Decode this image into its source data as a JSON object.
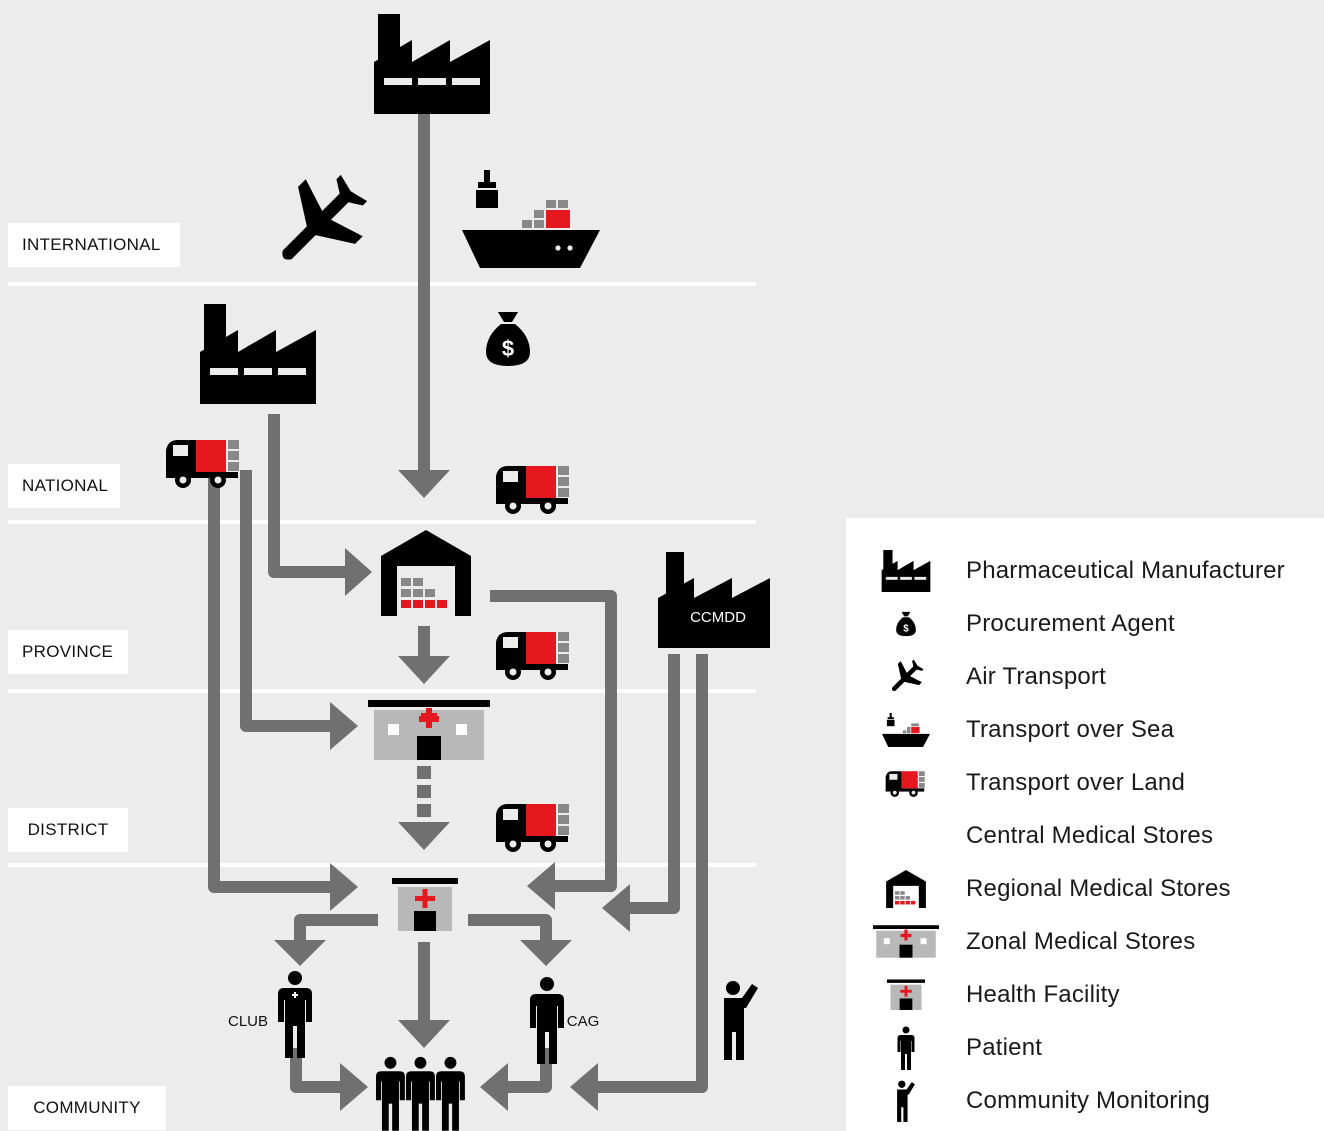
{
  "levels": {
    "international": "INTERNATIONAL",
    "national": "NATIONAL",
    "province": "PROVINCE",
    "district": "DISTRICT",
    "community": "COMMUNITY"
  },
  "labels": {
    "ccmdd": "CCMDD",
    "club": "CLUB",
    "cag": "CAG"
  },
  "legend": [
    {
      "icon": "factory-icon",
      "label": "Pharmaceutical Manufacturer"
    },
    {
      "icon": "money-bag-icon",
      "label": "Procurement Agent"
    },
    {
      "icon": "airplane-icon",
      "label": "Air Transport"
    },
    {
      "icon": "ship-icon",
      "label": "Transport over Sea"
    },
    {
      "icon": "truck-icon",
      "label": "Transport over Land"
    },
    {
      "icon": "",
      "label": "Central Medical Stores"
    },
    {
      "icon": "warehouse-icon",
      "label": "Regional Medical Stores"
    },
    {
      "icon": "zonal-store-icon",
      "label": "Zonal Medical Stores"
    },
    {
      "icon": "health-facility-icon",
      "label": "Health Facility"
    },
    {
      "icon": "patient-icon",
      "label": "Patient"
    },
    {
      "icon": "community-monitor-icon",
      "label": "Community Monitoring"
    }
  ],
  "colors": {
    "accent": "#e4181e",
    "arrow": "#707070",
    "icon": "#000000",
    "background": "#ececec"
  }
}
